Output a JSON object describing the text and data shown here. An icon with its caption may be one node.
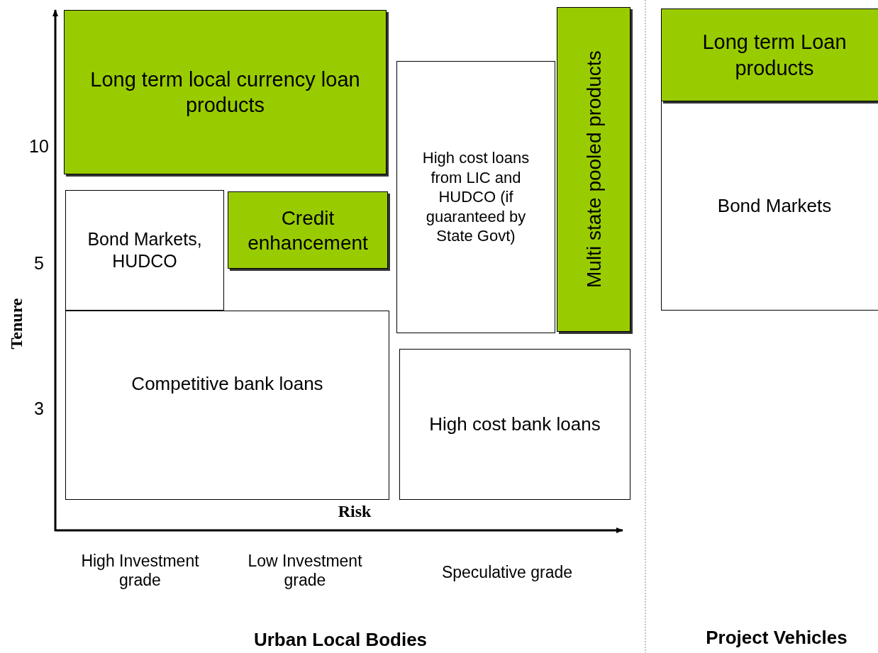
{
  "diagram": {
    "nodes": [
      {
        "text": [
          "Long term local currency loan products"
        ]
      },
      {
        "text": [
          "Bond Markets, HUDCO"
        ]
      },
      {
        "text": [
          "Credit enhancement"
        ]
      },
      {
        "text": [
          "Competitive bank loans"
        ]
      },
      {
        "text": [
          "High cost loans from LIC and HUDCO (if guaranteed by State Govt)"
        ]
      },
      {
        "text": [
          "Multi state pooled products"
        ]
      },
      {
        "text": [
          "High cost bank loans"
        ]
      },
      {
        "text": [
          "Long term Loan products"
        ]
      },
      {
        "text": [
          "Bond Markets"
        ]
      }
    ],
    "labels": [
      "10",
      "5",
      "3",
      "Tenure",
      "Risk",
      "High Investment grade",
      "Low Investment grade",
      "Speculative grade",
      "Urban Local Bodies",
      "Project Vehicles"
    ]
  }
}
